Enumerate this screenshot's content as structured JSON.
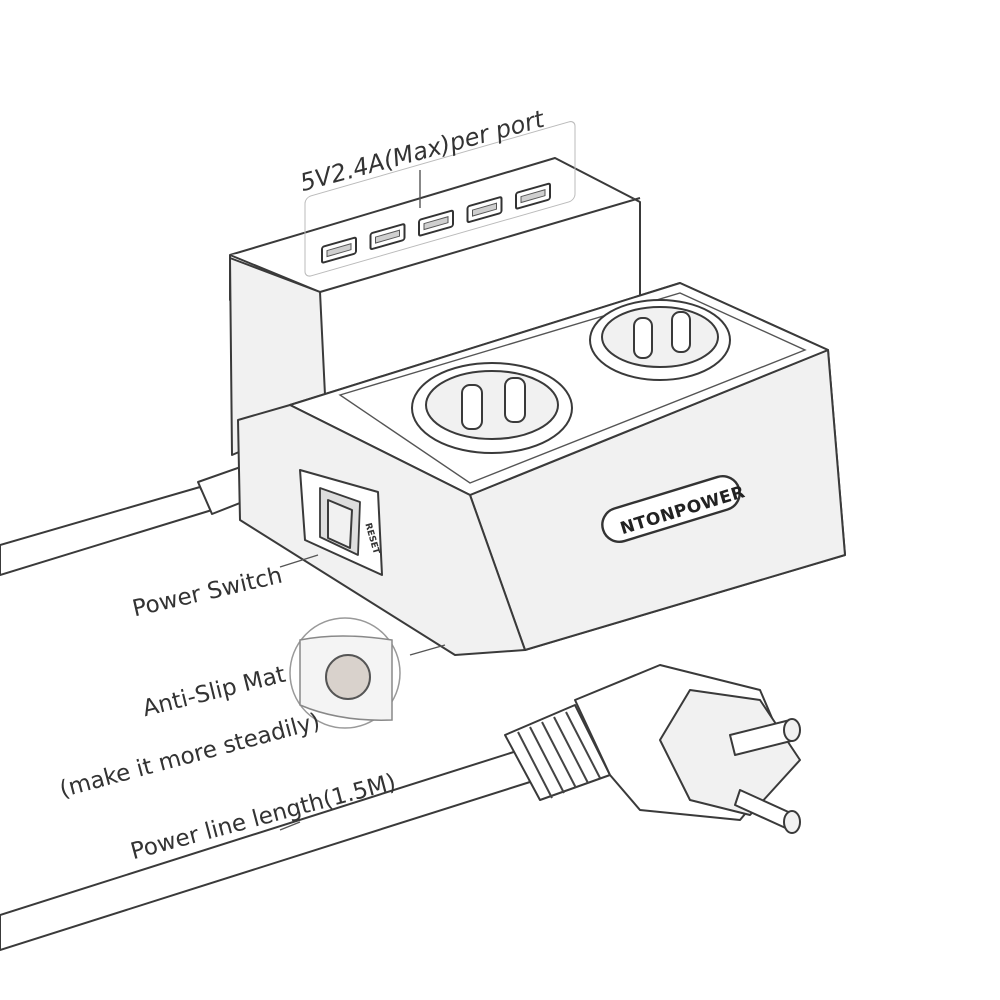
{
  "callouts": {
    "usb_rating": "5V2.4A(Max)per port",
    "power_switch": "Power Switch",
    "anti_slip_title": "Anti-Slip Mat",
    "anti_slip_note": "(make it more steadily)",
    "line_length": "Power line length(1.5M)"
  },
  "product": {
    "brand": "NTONPOWER",
    "switch_label": "RESET"
  },
  "usb_port_count": 5,
  "colors": {
    "line": "#3a3a3a",
    "body": "#ffffff",
    "shade": "#f1f1f1",
    "mat": "#d9d2cc"
  }
}
